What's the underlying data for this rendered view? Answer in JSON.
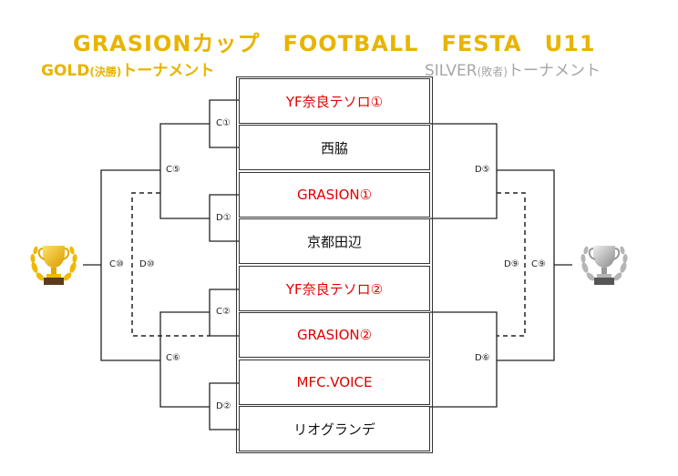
{
  "header": {
    "title": "GRASIONカップ　FOOTBALL　FESTA　U11",
    "gold_main": "GOLD",
    "gold_paren": "(決勝)",
    "gold_suffix": "トーナメント",
    "silver_main": "SILVER",
    "silver_paren": "(敗者)",
    "silver_suffix": "トーナメント"
  },
  "teams": [
    {
      "name": "YF奈良テソロ①",
      "color": "red"
    },
    {
      "name": "西脇",
      "color": "black"
    },
    {
      "name": "GRASION①",
      "color": "red"
    },
    {
      "name": "京都田辺",
      "color": "black"
    },
    {
      "name": "YF奈良テソロ②",
      "color": "red"
    },
    {
      "name": "GRASION②",
      "color": "red"
    },
    {
      "name": "MFC.VOICE",
      "color": "red"
    },
    {
      "name": "リオグランデ",
      "color": "black"
    }
  ],
  "matches": {
    "c1": "C①",
    "d1": "D①",
    "c2": "C②",
    "d2": "D②",
    "c5": "C⑤",
    "c6": "C⑥",
    "c10": "C⑩",
    "d10": "D⑩",
    "d5": "D⑤",
    "d6": "D⑥",
    "d9": "D⑨",
    "c9": "C⑨"
  },
  "icons": {
    "gold": "gold-trophy-icon",
    "silver": "silver-trophy-icon"
  },
  "colors": {
    "gold": "#e8b400",
    "silver": "#a6a6a6",
    "team_highlight": "#e00000"
  }
}
